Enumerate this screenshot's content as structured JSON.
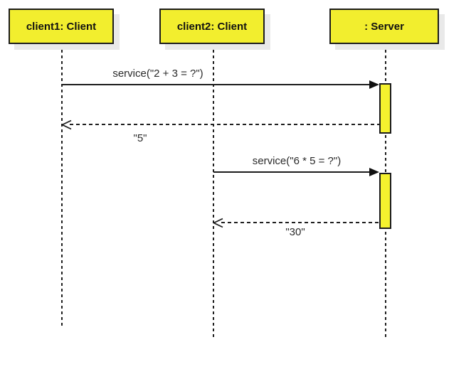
{
  "diagram": {
    "type": "uml-sequence",
    "participants": [
      {
        "name": "client1: Client"
      },
      {
        "name": "client2: Client"
      },
      {
        "name": ": Server"
      }
    ],
    "messages": [
      {
        "label": "service(\"2 + 3 = ?\")",
        "kind": "call",
        "from": "client1: Client",
        "to": ": Server"
      },
      {
        "label": "\"5\"",
        "kind": "return",
        "from": ": Server",
        "to": "client1: Client"
      },
      {
        "label": "service(\"6 * 5 = ?\")",
        "kind": "call",
        "from": "client2: Client",
        "to": ": Server"
      },
      {
        "label": "\"30\"",
        "kind": "return",
        "from": ": Server",
        "to": "client2: Client"
      }
    ],
    "colors": {
      "participant_fill": "#f2ee2e",
      "activation_fill": "#f5f22e",
      "border": "#1c1c1c",
      "shadow": "#e9e9e9",
      "background": "#ffffff"
    }
  }
}
